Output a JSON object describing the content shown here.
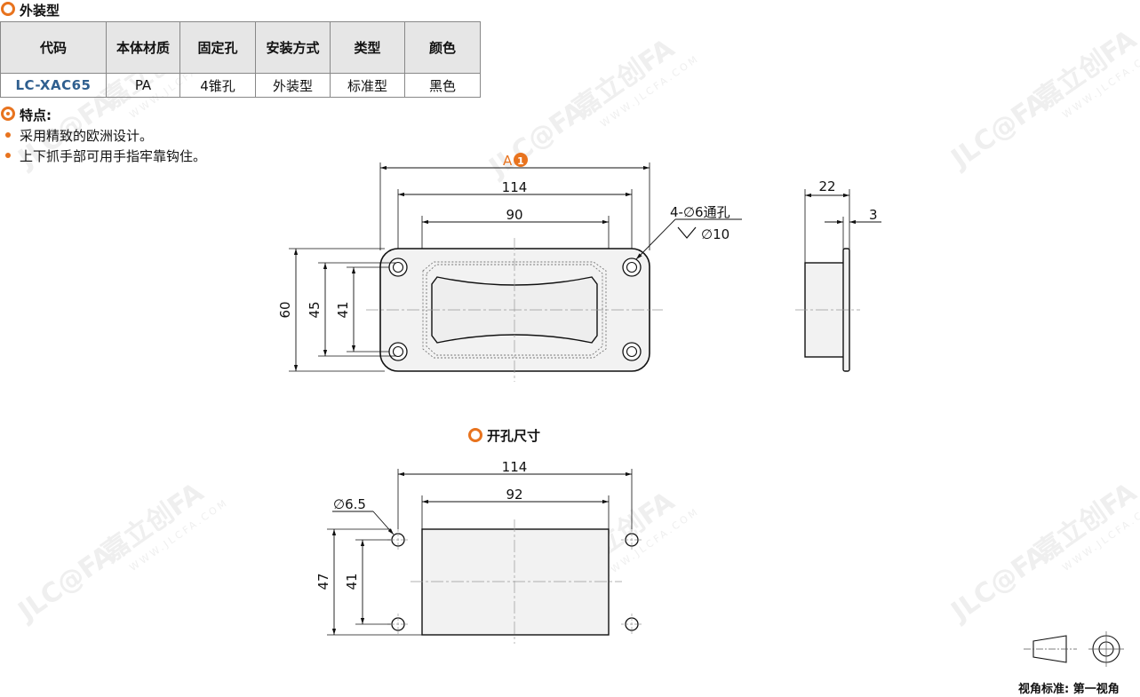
{
  "header": {
    "title": "外装型"
  },
  "spec_table": {
    "headers": [
      "代码",
      "本体材质",
      "固定孔",
      "安装方式",
      "类型",
      "颜色"
    ],
    "rows": [
      [
        "LC-XAC65",
        "PA",
        "4锥孔",
        "外装型",
        "标准型",
        "黑色"
      ]
    ]
  },
  "features": {
    "title": "特点:",
    "items": [
      "采用精致的欧洲设计。",
      "上下抓手部可用手指牢靠钩住。"
    ]
  },
  "drawing": {
    "label_a": "A",
    "badge": "1",
    "dim_114": "114",
    "dim_90": "90",
    "dim_60": "60",
    "dim_45": "45",
    "dim_41": "41",
    "hole_note": "4-∅6通孔",
    "counter_note": "∅10",
    "dim_22": "22",
    "dim_3": "3"
  },
  "cutout": {
    "title": "开孔尺寸",
    "dim_114": "114",
    "dim_92": "92",
    "dim_hole": "∅6.5",
    "dim_47": "47",
    "dim_41": "41"
  },
  "view_standard": {
    "label": "视角标准: 第一视角"
  },
  "watermark": {
    "logo": "JLC@FA",
    "brand": "嘉立创FA",
    "url": "WWW.JLCFA.COM"
  },
  "colors": {
    "accent": "#e8731e",
    "code_blue": "#2f5f8f",
    "header_bg": "#e6e6e6"
  }
}
